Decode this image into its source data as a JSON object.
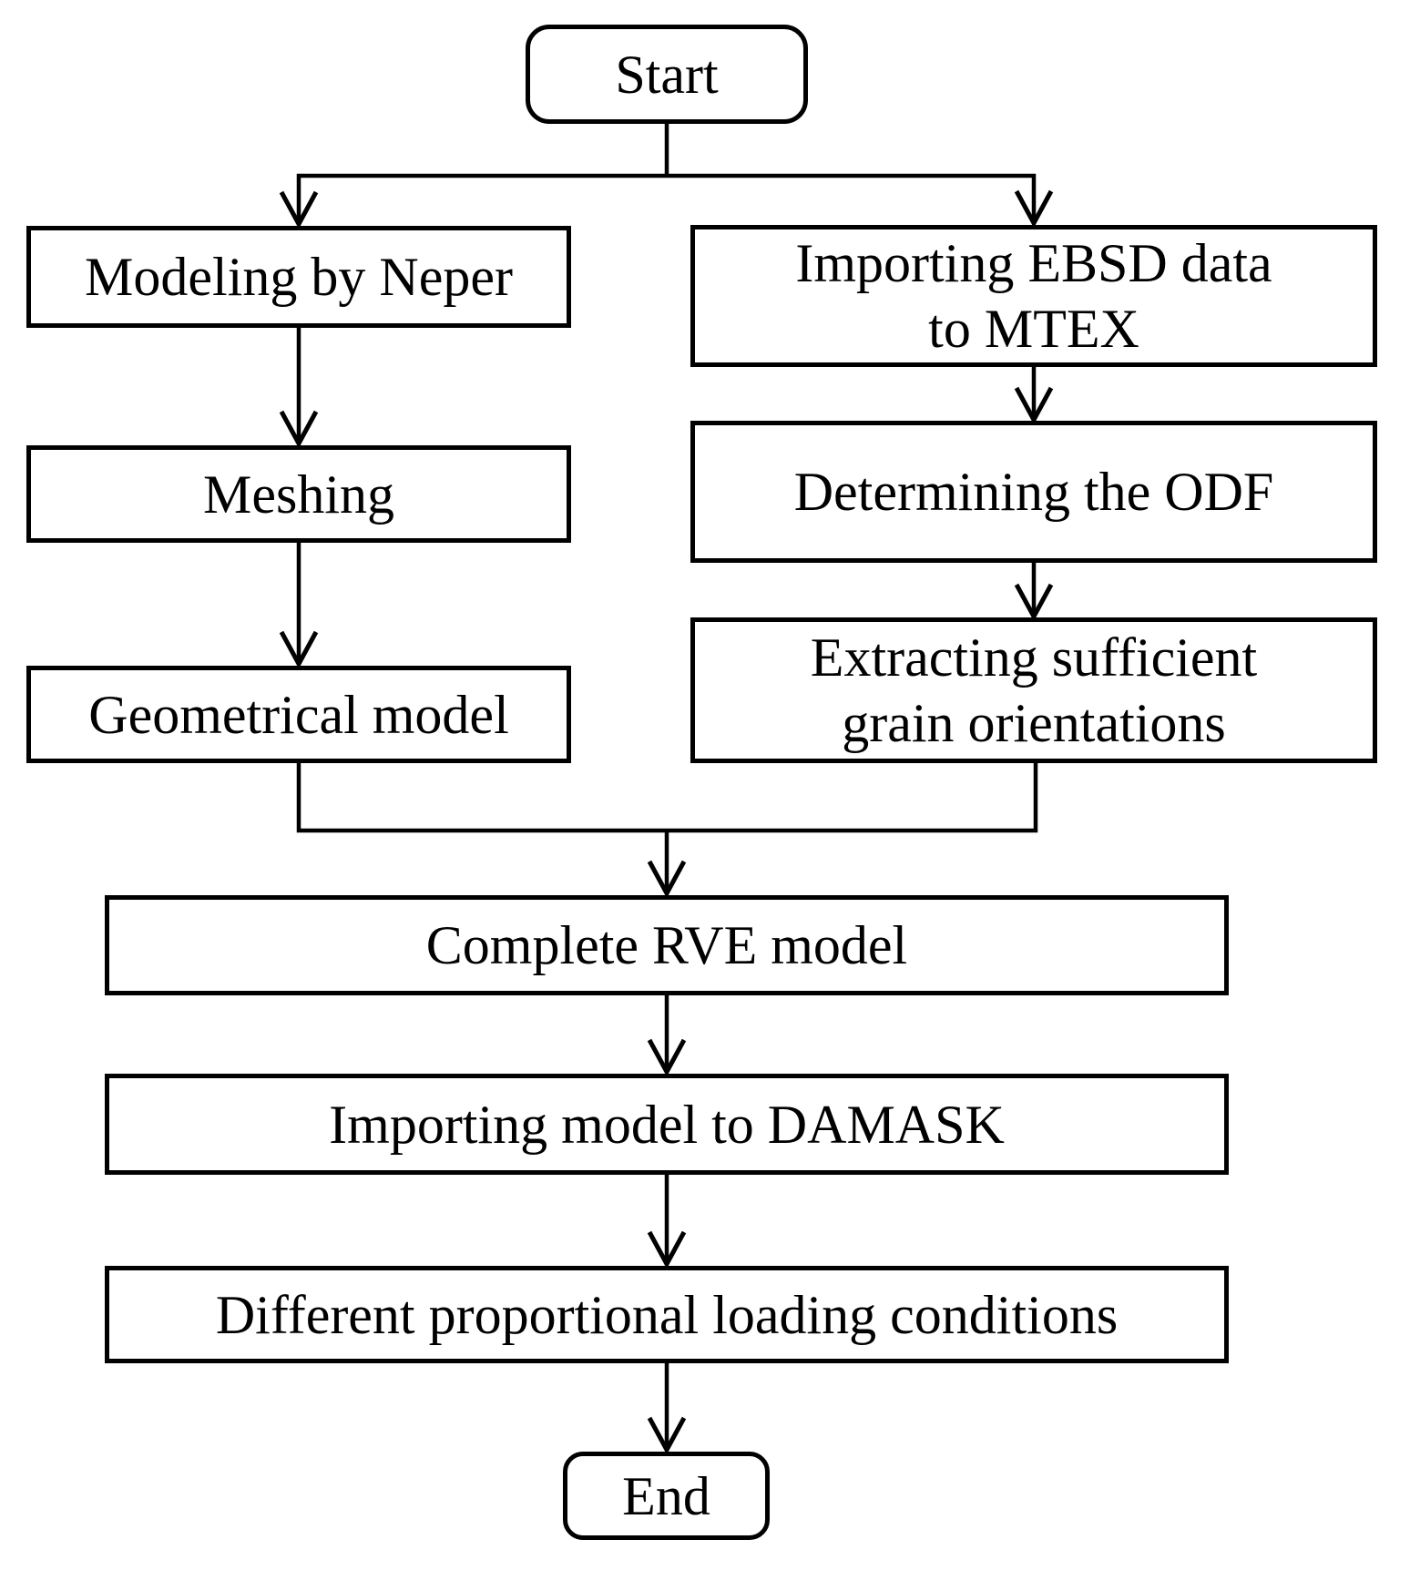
{
  "diagram": {
    "type": "flowchart",
    "colors": {
      "stroke": "#000000",
      "background": "#ffffff",
      "text": "#000000"
    },
    "nodes": {
      "start": {
        "label": "Start",
        "shape": "terminator"
      },
      "neper": {
        "label": "Modeling by Neper",
        "shape": "process"
      },
      "meshing": {
        "label": "Meshing",
        "shape": "process"
      },
      "geometrical": {
        "label": "Geometrical model",
        "shape": "process"
      },
      "ebsd": {
        "label": "Importing EBSD data\nto MTEX",
        "shape": "process"
      },
      "odf": {
        "label": "Determining the ODF",
        "shape": "process"
      },
      "extract": {
        "label": "Extracting sufficient\ngrain orientations",
        "shape": "process"
      },
      "rve": {
        "label": "Complete RVE model",
        "shape": "process"
      },
      "damask": {
        "label": "Importing model to DAMASK",
        "shape": "process"
      },
      "loading": {
        "label": "Different proportional loading conditions",
        "shape": "process"
      },
      "end": {
        "label": "End",
        "shape": "terminator"
      }
    },
    "edges": [
      {
        "from": "start",
        "to": "neper"
      },
      {
        "from": "start",
        "to": "ebsd"
      },
      {
        "from": "neper",
        "to": "meshing"
      },
      {
        "from": "meshing",
        "to": "geometrical"
      },
      {
        "from": "ebsd",
        "to": "odf"
      },
      {
        "from": "odf",
        "to": "extract"
      },
      {
        "from": "geometrical",
        "to": "rve"
      },
      {
        "from": "extract",
        "to": "rve"
      },
      {
        "from": "rve",
        "to": "damask"
      },
      {
        "from": "damask",
        "to": "loading"
      },
      {
        "from": "loading",
        "to": "end"
      }
    ]
  }
}
